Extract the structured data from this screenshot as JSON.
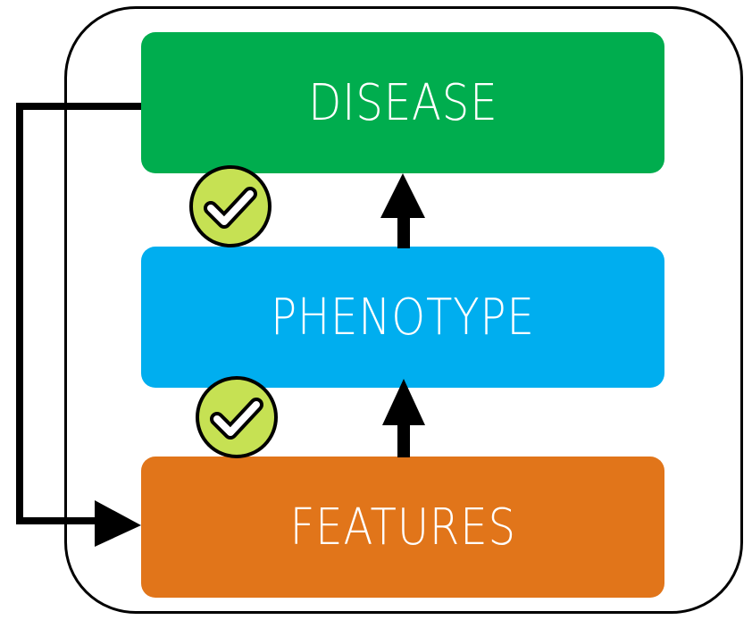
{
  "boxes": {
    "disease": {
      "label": "DISEASE",
      "color": "#00ad4e"
    },
    "phenotype": {
      "label": "PHENOTYPE",
      "color": "#00aeef"
    },
    "features": {
      "label": "FEATURES",
      "color": "#e1751a"
    }
  },
  "icons": {
    "check_top": "check-badge-icon",
    "check_bottom": "check-badge-icon",
    "check_color": "#c6e153"
  },
  "colors": {
    "frame": "#000000",
    "arrows": "#000000"
  }
}
